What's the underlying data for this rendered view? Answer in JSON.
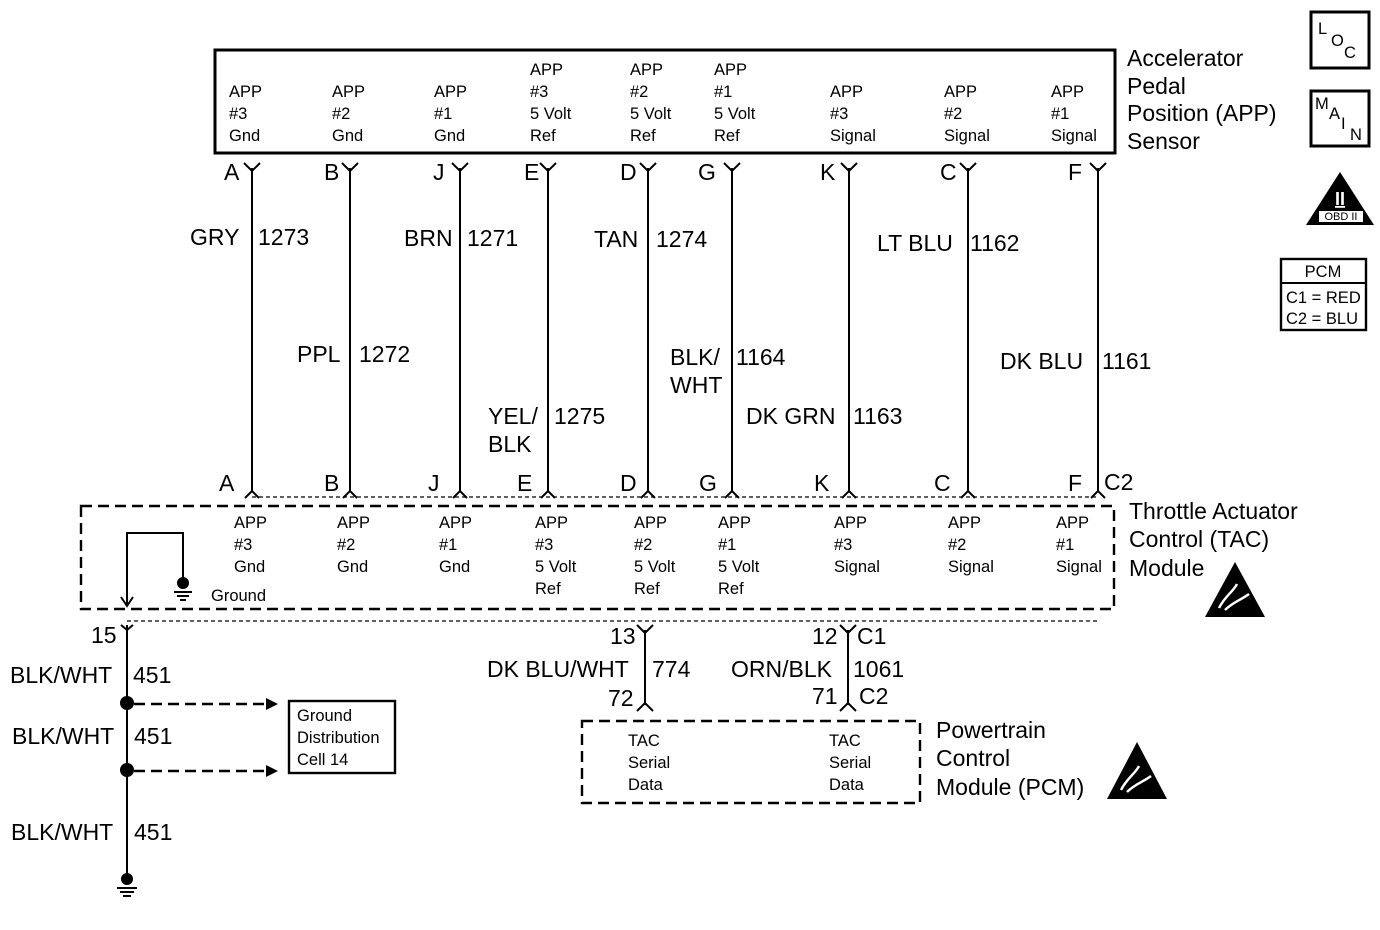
{
  "app_sensor": {
    "title": [
      "Accelerator",
      "Pedal",
      "Position (APP)",
      "Sensor"
    ],
    "pins": [
      {
        "pin": "A",
        "label": [
          "APP",
          "#3",
          "Gnd"
        ]
      },
      {
        "pin": "B",
        "label": [
          "APP",
          "#2",
          "Gnd"
        ]
      },
      {
        "pin": "J",
        "label": [
          "APP",
          "#1",
          "Gnd"
        ]
      },
      {
        "pin": "E",
        "label": [
          "APP",
          "#3",
          "5 Volt",
          "Ref"
        ]
      },
      {
        "pin": "D",
        "label": [
          "APP",
          "#2",
          "5 Volt",
          "Ref"
        ]
      },
      {
        "pin": "G",
        "label": [
          "APP",
          "#1",
          "5 Volt",
          "Ref"
        ]
      },
      {
        "pin": "K",
        "label": [
          "APP",
          "#3",
          "Signal"
        ]
      },
      {
        "pin": "C",
        "label": [
          "APP",
          "#2",
          "Signal"
        ]
      },
      {
        "pin": "F",
        "label": [
          "APP",
          "#1",
          "Signal"
        ]
      }
    ]
  },
  "wires": [
    {
      "color": [
        "GRY"
      ],
      "circuit": "1273"
    },
    {
      "color": [
        "PPL"
      ],
      "circuit": "1272"
    },
    {
      "color": [
        "BRN"
      ],
      "circuit": "1271"
    },
    {
      "color": [
        "YEL/",
        "BLK"
      ],
      "circuit": "1275"
    },
    {
      "color": [
        "TAN"
      ],
      "circuit": "1274"
    },
    {
      "color": [
        "BLK/",
        "WHT"
      ],
      "circuit": "1164"
    },
    {
      "color": [
        "DK GRN"
      ],
      "circuit": "1163"
    },
    {
      "color": [
        "LT BLU"
      ],
      "circuit": "1162"
    },
    {
      "color": [
        "DK BLU"
      ],
      "circuit": "1161"
    }
  ],
  "tac_module": {
    "title": [
      "Throttle Actuator",
      "Control (TAC)",
      "Module"
    ],
    "connector": "C2",
    "pins": [
      "A",
      "B",
      "J",
      "E",
      "D",
      "G",
      "K",
      "C",
      "F"
    ],
    "labels": [
      [
        "APP",
        "#3",
        "Gnd"
      ],
      [
        "APP",
        "#2",
        "Gnd"
      ],
      [
        "APP",
        "#1",
        "Gnd"
      ],
      [
        "APP",
        "#3",
        "5 Volt",
        "Ref"
      ],
      [
        "APP",
        "#2",
        "5 Volt",
        "Ref"
      ],
      [
        "APP",
        "#1",
        "5 Volt",
        "Ref"
      ],
      [
        "APP",
        "#3",
        "Signal"
      ],
      [
        "APP",
        "#2",
        "Signal"
      ],
      [
        "APP",
        "#1",
        "Signal"
      ]
    ],
    "ground_label": "Ground"
  },
  "ground_circuit": {
    "pin": "15",
    "segments": [
      {
        "color": "BLK/WHT",
        "circuit": "451"
      },
      {
        "color": "BLK/WHT",
        "circuit": "451"
      },
      {
        "color": "BLK/WHT",
        "circuit": "451"
      }
    ],
    "distribution": [
      "Ground",
      "Distribution",
      "Cell 14"
    ]
  },
  "serial_wires": [
    {
      "tac_pin": "13",
      "color": "DK BLU/WHT",
      "circuit": "774",
      "pcm_pin": "72"
    },
    {
      "tac_pin": "12",
      "tac_connector": "C1",
      "color": "ORN/BLK",
      "circuit": "1061",
      "pcm_pin": "71",
      "pcm_connector": "C2"
    }
  ],
  "pcm": {
    "title": [
      "Powertrain",
      "Control",
      "Module (PCM)"
    ],
    "labels": [
      [
        "TAC",
        "Serial",
        "Data"
      ],
      [
        "TAC",
        "Serial",
        "Data"
      ]
    ]
  },
  "badges": {
    "loc": [
      "L",
      "O",
      "C"
    ],
    "main": [
      "M",
      "A",
      "I",
      "N"
    ],
    "obd": {
      "numeral": "II",
      "text": "OBD II"
    },
    "pcm_legend": {
      "title": "PCM",
      "rows": [
        "C1 = RED",
        "C2 = BLU"
      ]
    }
  }
}
